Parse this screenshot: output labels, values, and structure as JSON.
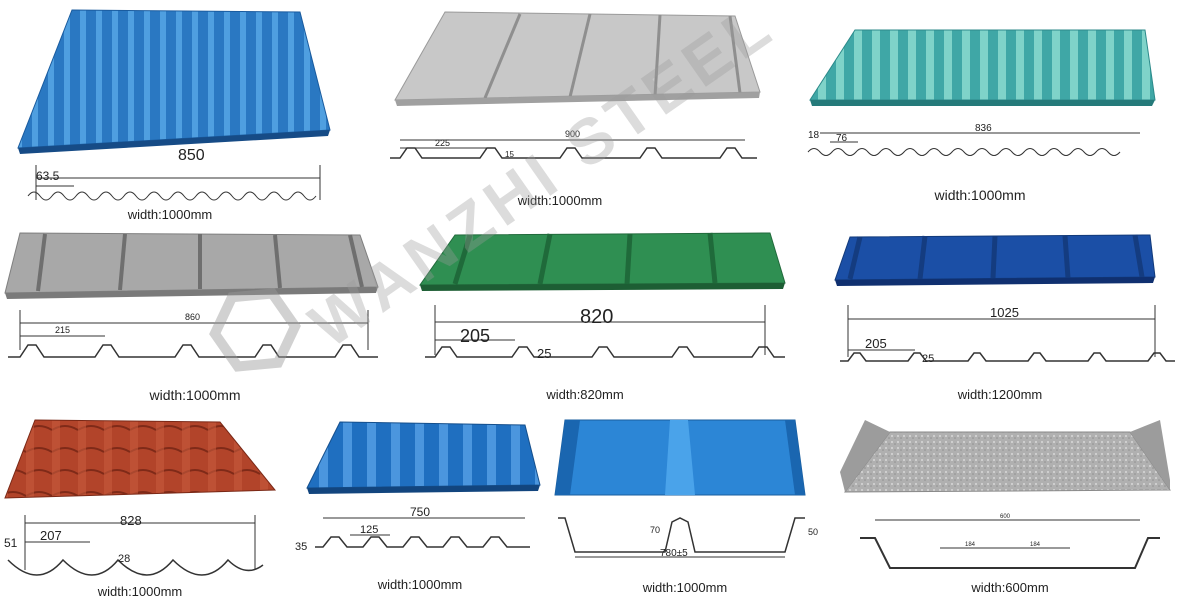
{
  "brand": {
    "watermark_text": "WANZHI STEEL"
  },
  "panels": [
    {
      "id": "p1",
      "color": "#2f7fc4",
      "caption": "width:1000mm",
      "dims": [
        "850",
        "63.5"
      ]
    },
    {
      "id": "p2",
      "color": "#bdbdbd",
      "caption": "width:1000mm",
      "dims": [
        "900",
        "225",
        "15"
      ]
    },
    {
      "id": "p3",
      "color": "#4fb7b0",
      "caption": "width:1000mm",
      "dims": [
        "836",
        "76",
        "18"
      ]
    },
    {
      "id": "p4",
      "color": "#9b9b9b",
      "caption": "width:1000mm",
      "dims": [
        "860",
        "215"
      ]
    },
    {
      "id": "p5",
      "color": "#2f8f52",
      "caption": "width:820mm",
      "dims": [
        "820",
        "205",
        "25"
      ]
    },
    {
      "id": "p6",
      "color": "#1b4fa6",
      "caption": "width:1200mm",
      "dims": [
        "1025",
        "205",
        "25"
      ]
    },
    {
      "id": "p7",
      "color": "#b2442a",
      "caption": "width:1000mm",
      "dims": [
        "828",
        "207",
        "51",
        "28"
      ]
    },
    {
      "id": "p8",
      "color": "#1f6fc0",
      "caption": "width:1000mm",
      "dims": [
        "750",
        "125",
        "35"
      ]
    },
    {
      "id": "p9",
      "color": "#2c86d6",
      "caption": "width:1000mm",
      "dims": [
        "780±5",
        "70",
        "50"
      ]
    },
    {
      "id": "p10",
      "color": "#a9a9a9",
      "caption": "width:600mm",
      "dims": [
        "600",
        "184",
        "184"
      ]
    }
  ]
}
